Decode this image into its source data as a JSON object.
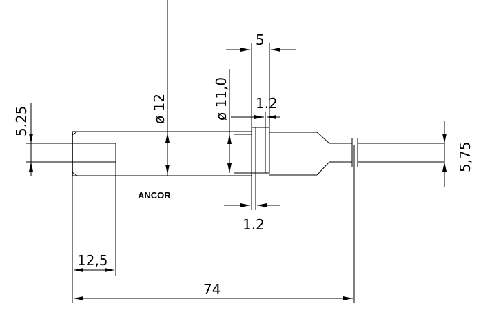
{
  "part_label": "ANCOR",
  "dimensions": {
    "overall_length": "74",
    "bore_depth": "12,5",
    "bore_diameter": "5.25",
    "body_diameter": "ø 12",
    "groove_diameter": "ø 11,0",
    "collar_width": "5",
    "groove_width_top": "1.2",
    "groove_width_bottom": "1.2",
    "tip_diameter": "5,75"
  }
}
